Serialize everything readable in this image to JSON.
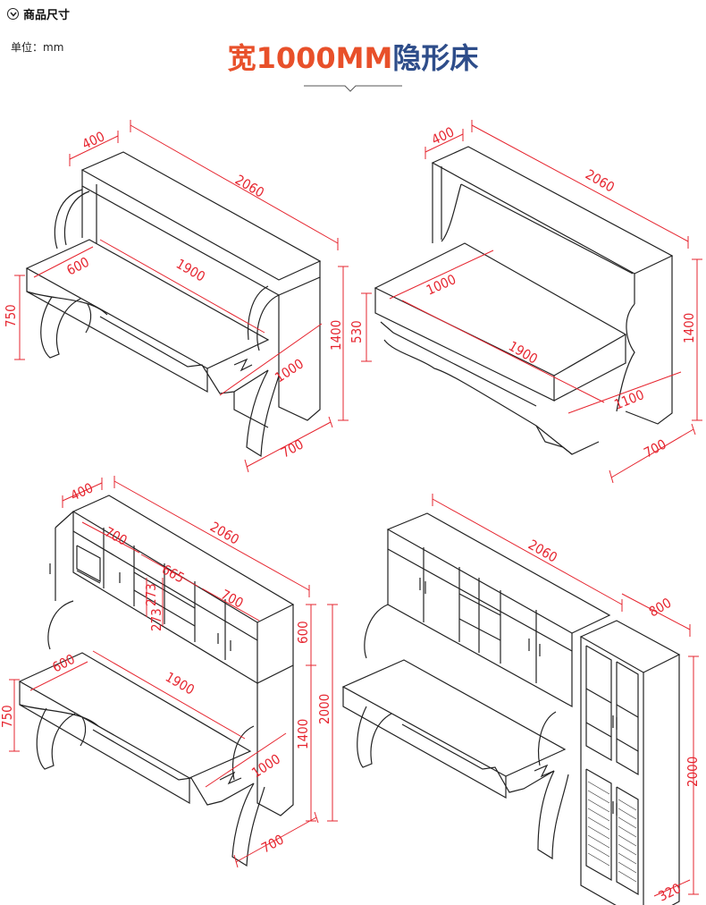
{
  "header": {
    "icon": "chevron-down-circle-icon",
    "title": "商品尺寸"
  },
  "unit_label": "单位：mm",
  "title": {
    "part1": "宽1000MM",
    "part2": "隐形床"
  },
  "colors": {
    "accent": "#e8502a",
    "title_blue": "#2e4d8a",
    "dimension": "#e6252f"
  },
  "figures": [
    {
      "name": "desk-mode",
      "dims": [
        "400",
        "2060",
        "1900",
        "600",
        "750",
        "1400",
        "1000",
        "700"
      ]
    },
    {
      "name": "bed-mode",
      "dims": [
        "400",
        "2060",
        "1000",
        "1900",
        "530",
        "1400",
        "1100",
        "700"
      ]
    },
    {
      "name": "desk-with-cabinets",
      "dims": [
        "400",
        "700",
        "2060",
        "665",
        "273",
        "273",
        "700",
        "600",
        "1900",
        "600",
        "750",
        "2000",
        "1400",
        "1000",
        "700"
      ]
    },
    {
      "name": "desk-with-wardrobe",
      "dims": [
        "2060",
        "800",
        "2000",
        "320"
      ]
    }
  ]
}
